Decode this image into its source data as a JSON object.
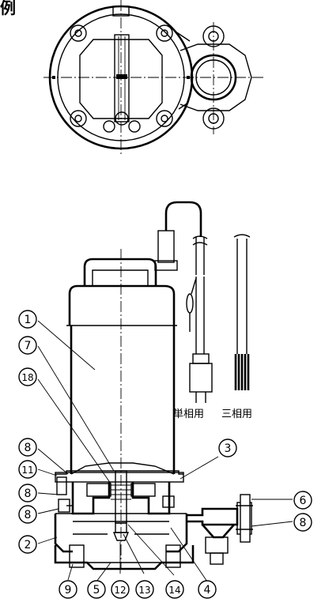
{
  "corner_label": "例",
  "phase_labels": {
    "single": "単相用",
    "three": "三相用"
  },
  "callouts": [
    {
      "id": "1",
      "text": "1"
    },
    {
      "id": "7",
      "text": "7"
    },
    {
      "id": "18",
      "text": "18"
    },
    {
      "id": "8a",
      "text": "8"
    },
    {
      "id": "11",
      "text": "11"
    },
    {
      "id": "8b",
      "text": "8"
    },
    {
      "id": "8c",
      "text": "8"
    },
    {
      "id": "2",
      "text": "2"
    },
    {
      "id": "9",
      "text": "9"
    },
    {
      "id": "5",
      "text": "5"
    },
    {
      "id": "12",
      "text": "12"
    },
    {
      "id": "13",
      "text": "13"
    },
    {
      "id": "14",
      "text": "14"
    },
    {
      "id": "4",
      "text": "4"
    },
    {
      "id": "3",
      "text": "3"
    },
    {
      "id": "6",
      "text": "6"
    },
    {
      "id": "8d",
      "text": "8"
    }
  ]
}
